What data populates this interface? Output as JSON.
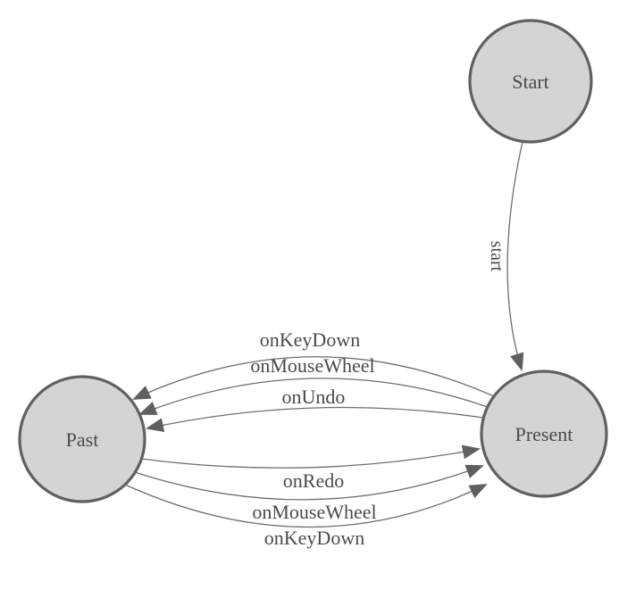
{
  "diagram": {
    "type": "state-machine",
    "colors": {
      "node_fill": "#d4d4d4",
      "node_stroke": "#606060",
      "edge_stroke": "#6e6e6e",
      "arrow_fill": "#5f5f5f",
      "label_text": "#4a4a4a",
      "background": "#ffffff"
    },
    "nodes": [
      {
        "id": "start",
        "label": "Start"
      },
      {
        "id": "past",
        "label": "Past"
      },
      {
        "id": "present",
        "label": "Present"
      }
    ],
    "edges": [
      {
        "from": "start",
        "to": "present",
        "label": "start"
      },
      {
        "from": "present",
        "to": "past",
        "label": "onKeyDown"
      },
      {
        "from": "present",
        "to": "past",
        "label": "onMouseWheel"
      },
      {
        "from": "present",
        "to": "past",
        "label": "onUndo"
      },
      {
        "from": "past",
        "to": "present",
        "label": "onRedo"
      },
      {
        "from": "past",
        "to": "present",
        "label": "onMouseWheel"
      },
      {
        "from": "past",
        "to": "present",
        "label": "onKeyDown"
      }
    ]
  }
}
